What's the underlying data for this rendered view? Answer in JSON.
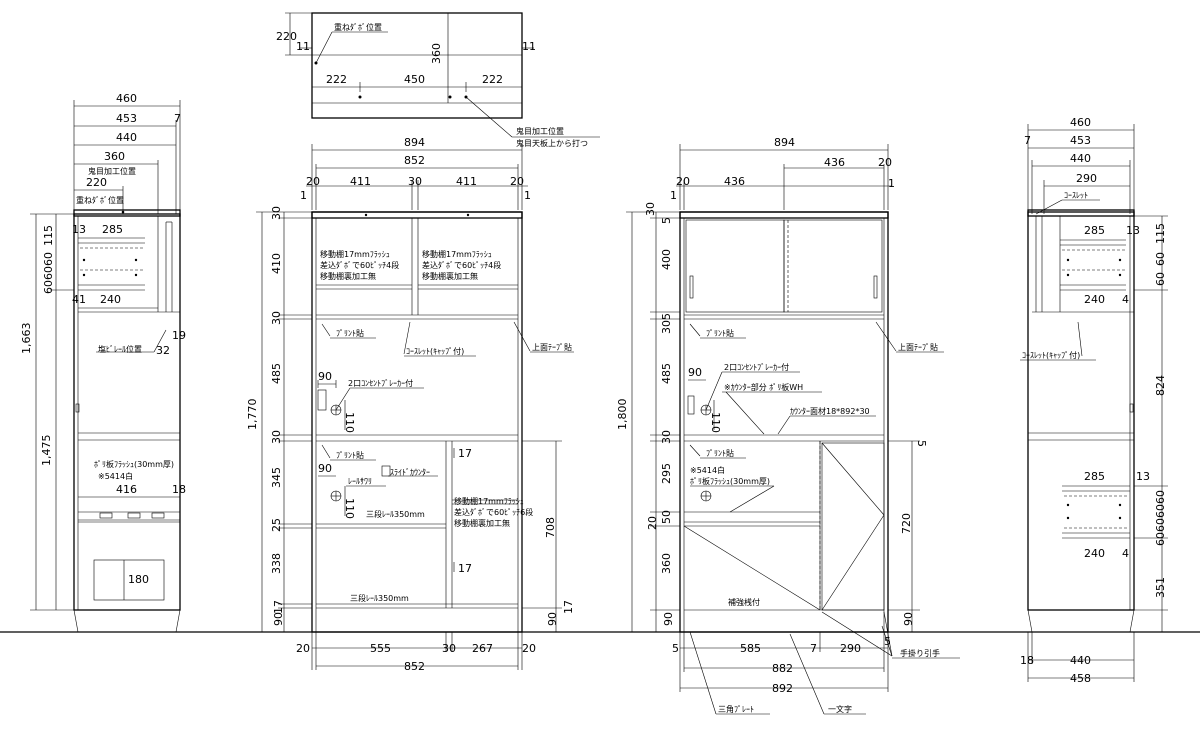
{
  "top_view": {
    "dims": {
      "d220": "220",
      "d11a": "11",
      "d360": "360",
      "d11b": "11",
      "d222a": "222",
      "d450": "450",
      "d222b": "222"
    },
    "labels": {
      "overlap_dowel": "重ねﾀﾞﾎﾞ位置",
      "notch_mark": "鬼目加工位置",
      "notch_from_top": "鬼目天板上から打つ"
    }
  },
  "left_side": {
    "dims": {
      "w460": "460",
      "w453": "453",
      "w7": "7",
      "w440": "440",
      "w360": "360",
      "w220": "220",
      "w13": "13",
      "w285": "285",
      "w41": "41",
      "w240": "240",
      "w19": "19",
      "w32": "32",
      "w416": "416",
      "w18": "18",
      "w180": "180",
      "h115": "115",
      "h60a": "60",
      "h60b": "60",
      "h60c": "60",
      "h1663": "1,663",
      "h1475": "1,475"
    },
    "labels": {
      "notch": "鬼目加工位置",
      "overlap": "重ねﾀﾞﾎﾞ位置",
      "salt_rail": "塩ﾋﾞﾚｰﾙ位置",
      "poly_flush": "ﾎﾟﾘ板ﾌﾗｯｼｭ(30mm厚)",
      "white": "※5414白"
    }
  },
  "front_open": {
    "dims": {
      "w894": "894",
      "w852": "852",
      "w20a": "20",
      "w411a": "411",
      "w30a": "30",
      "w411b": "411",
      "w20b": "20",
      "w1a": "1",
      "w1b": "1",
      "h30a": "30",
      "h410": "410",
      "h30b": "30",
      "h485": "485",
      "h30c": "30",
      "h345": "345",
      "h25": "25",
      "h338": "338",
      "h17a": "17",
      "h90a": "90",
      "h1770": "1,770",
      "w90a": "90",
      "w110a": "110",
      "w90b": "90",
      "w110b": "110",
      "h17b": "17",
      "h17c": "17",
      "h708": "708",
      "h90b": "90",
      "h17d": "17",
      "w20c": "20",
      "w555": "555",
      "w30c": "30",
      "w267": "267",
      "w20d": "20",
      "w852b": "852"
    },
    "labels": {
      "shelf_l": [
        "移動棚17mmﾌﾗｯｼｭ",
        "差込ﾀﾞﾎﾞで60ﾋﾟｯﾁ4段",
        "移動棚裏加工無"
      ],
      "shelf_r": [
        "移動棚17mmﾌﾗｯｼｭ",
        "差込ﾀﾞﾎﾞで60ﾋﾟｯﾁ4段",
        "移動棚裏加工無"
      ],
      "print1": "ﾌﾟﾘﾝﾄ貼",
      "caster": "ｺｰｽﾚｯﾄ(ｷｬｯﾌﾟ付)",
      "tape": "上面ﾃｰﾌﾟ貼",
      "outlet": "2口ｺﾝｾﾝﾄﾌﾞﾚｰｶｰ付",
      "print2": "ﾌﾟﾘﾝﾄ貼",
      "rail_support": "ﾚｰﾙｻﾜﾘ",
      "slide": "ｽﾗｲﾄﾞｶｳﾝﾀｰ",
      "rail1": "三段ﾚｰﾙ350mm",
      "shelf_mid": [
        "移動棚17mmﾌﾗｯｼｭ",
        "差込ﾀﾞﾎﾞで60ﾋﾟｯﾁ6段",
        "移動棚裏加工無"
      ],
      "rail2": "三段ﾚｰﾙ350mm"
    }
  },
  "front_closed": {
    "dims": {
      "w894": "894",
      "w20a": "20",
      "w436a": "436",
      "w436b": "436",
      "w20b": "20",
      "w1a": "1",
      "w1b": "1",
      "h30a": "30",
      "h5a": "5",
      "h400": "400",
      "h5b": "5",
      "h30b": "30",
      "h485": "485",
      "h30c": "30",
      "h295": "295",
      "h50": "50",
      "h20": "20",
      "h360": "360",
      "h90": "90",
      "h1800": "1,800",
      "w90": "90",
      "w110": "110",
      "h5c": "5",
      "h720": "720",
      "h90b": "90",
      "w5a": "5",
      "w585": "585",
      "w7": "7",
      "w290": "290",
      "w5b": "5",
      "w882": "882",
      "w892": "892"
    },
    "labels": {
      "print1": "ﾌﾟﾘﾝﾄ貼",
      "tape": "上面ﾃｰﾌﾟ貼",
      "outlet": "2口ｺﾝｾﾝﾄﾌﾞﾚｰｶｰ付",
      "counter_part": "※ｶｳﾝﾀｰ部分 ﾎﾟﾘ板WH",
      "counter_board": "ｶｳﾝﾀｰ面材18*892*30",
      "print2": "ﾌﾟﾘﾝﾄ貼",
      "white": "※5414白",
      "poly": "ﾎﾟﾘ板ﾌﾗｯｼｭ(30mm厚)",
      "reinforce": "補強桟付",
      "handle": "手掛り引手",
      "triangle": "三角ﾌﾟﾚｰﾄ",
      "ichimonji": "一文字"
    }
  },
  "right_side": {
    "dims": {
      "w460": "460",
      "w7": "7",
      "w453": "453",
      "w440": "440",
      "w290": "290",
      "w285a": "285",
      "w13a": "13",
      "w240a": "240",
      "w4a": "4",
      "w285b": "285",
      "w13b": "13",
      "w240b": "240",
      "w4b": "4",
      "w18": "18",
      "w440b": "440",
      "w458": "458",
      "h115": "115",
      "h60a": "60",
      "h60b": "60",
      "h824": "824",
      "h60c": "60",
      "h60d": "60",
      "h60e": "60",
      "h60f": "60",
      "h351": "351"
    },
    "labels": {
      "coaster": "ｺｰｽﾚｯﾄ",
      "coaster_cap": "ｺｰｽﾚｯﾄ(ｷｬｯﾌﾟ付)"
    }
  }
}
